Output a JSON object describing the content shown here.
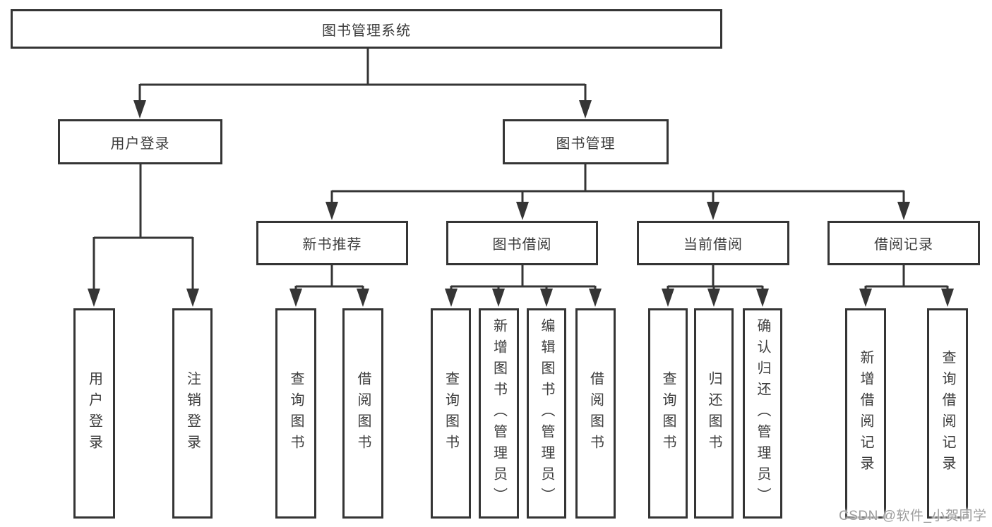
{
  "colors": {
    "line": "#353535",
    "box_border": "#353535",
    "text": "#3c3c3c",
    "watermark": "#9c9c9c",
    "background": "#ffffff"
  },
  "root": {
    "label": "图书管理系统"
  },
  "level2": [
    {
      "label": "用户登录"
    },
    {
      "label": "图书管理"
    }
  ],
  "level3": [
    {
      "label": "新书推荐",
      "parent": "图书管理"
    },
    {
      "label": "图书借阅",
      "parent": "图书管理"
    },
    {
      "label": "当前借阅",
      "parent": "图书管理"
    },
    {
      "label": "借阅记录",
      "parent": "图书管理"
    }
  ],
  "leaves": [
    {
      "label": "用户登录",
      "parent": "用户登录"
    },
    {
      "label": "注销登录",
      "parent": "用户登录"
    },
    {
      "label": "查询图书",
      "parent": "新书推荐"
    },
    {
      "label": "借阅图书",
      "parent": "新书推荐"
    },
    {
      "label": "查询图书",
      "parent": "图书借阅"
    },
    {
      "label": "新增图书（管理员）",
      "parent": "图书借阅"
    },
    {
      "label": "编辑图书（管理员）",
      "parent": "图书借阅"
    },
    {
      "label": "借阅图书",
      "parent": "图书借阅"
    },
    {
      "label": "查询图书",
      "parent": "当前借阅"
    },
    {
      "label": "归还图书",
      "parent": "当前借阅"
    },
    {
      "label": "确认归还（管理员）",
      "parent": "当前借阅"
    },
    {
      "label": "新增借阅记录",
      "parent": "借阅记录"
    },
    {
      "label": "查询借阅记录",
      "parent": "借阅记录"
    }
  ],
  "watermark": {
    "text": "CSDN @软件_小贺同学"
  }
}
